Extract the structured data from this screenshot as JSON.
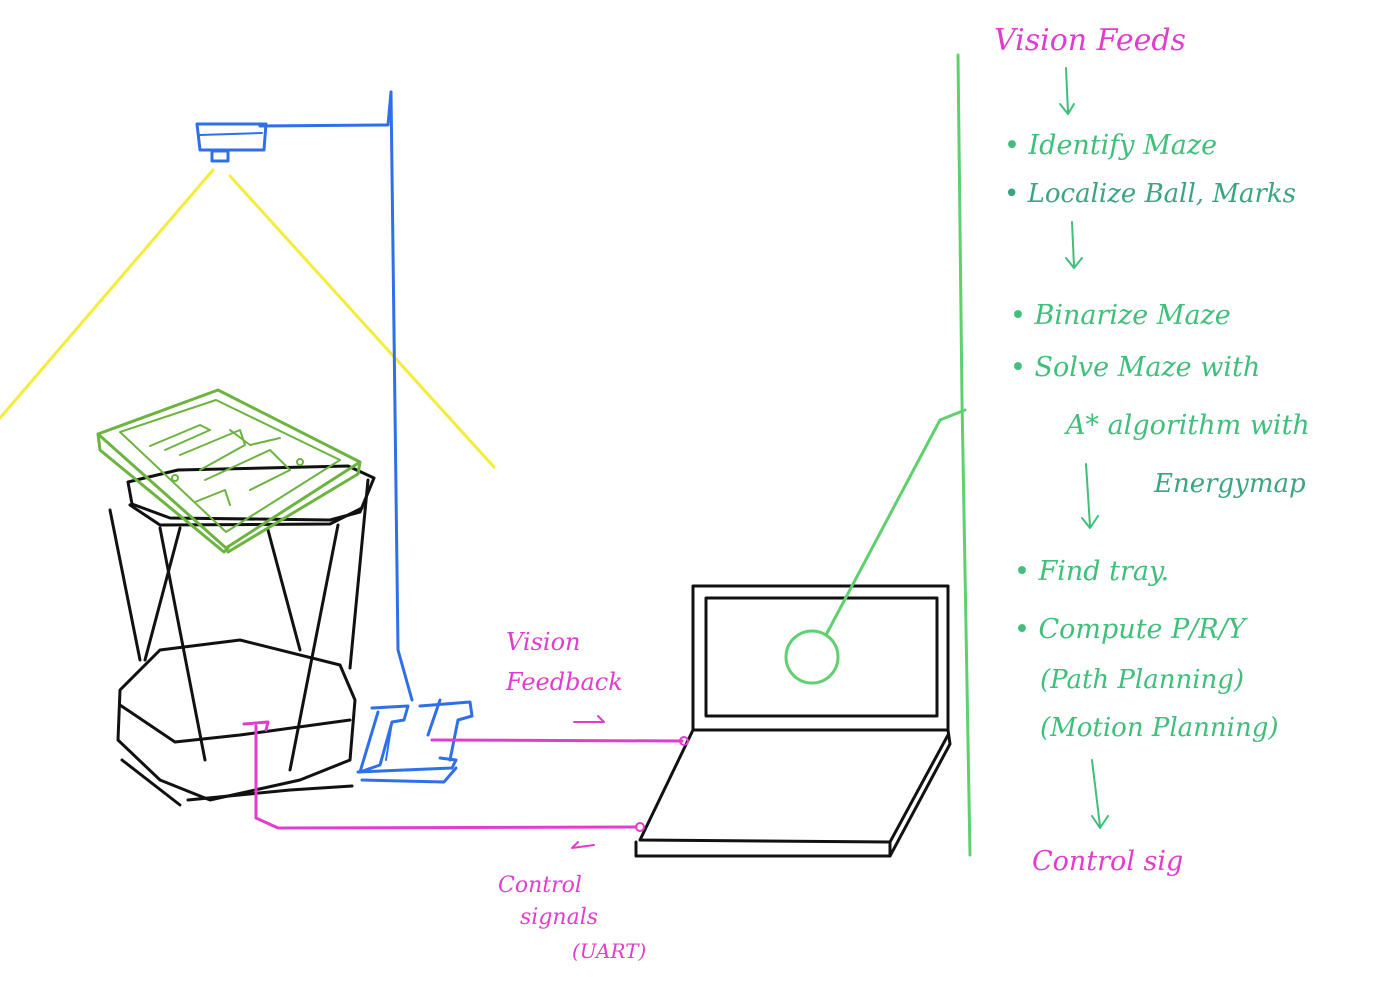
{
  "colors": {
    "pink": "#e23ccf",
    "green": "#5fd06e",
    "blue": "#2f6fe8",
    "yellow": "#f4ec3a",
    "black": "#111111",
    "maze_green": "#6cb43f",
    "note_green": "#3fbf7a"
  },
  "labels": {
    "vision_feedback_1": "Vision",
    "vision_feedback_2": "Feedback",
    "control_1": "Control",
    "control_2": "signals",
    "control_3": "(UART)"
  },
  "notes": {
    "title": "Vision Feeds",
    "step1": "• Identify Maze",
    "step2": "• Localize Ball, Marks",
    "step3": "• Binarize Maze",
    "step4a": "• Solve Maze with",
    "step4b": "A* algorithm with",
    "step4c": "Energymap",
    "step5": "• Find tray.",
    "step6a": "• Compute P/R/Y",
    "step6b": "(Path Planning)",
    "step6c": "(Motion Planning)",
    "result": "Control sig"
  },
  "icons": {
    "camera": "overhead-camera-icon",
    "robot": "parallel-robot-platform",
    "maze": "maze-board",
    "laptop": "laptop-icon",
    "board": "microcontroller-board"
  }
}
